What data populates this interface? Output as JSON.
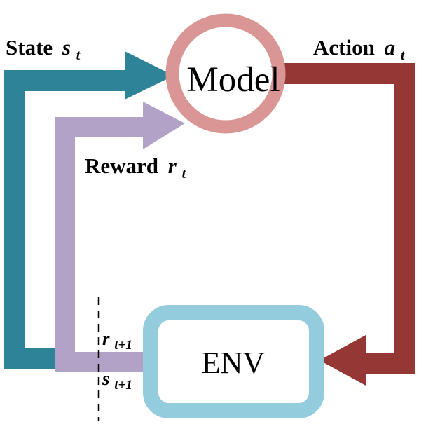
{
  "colors": {
    "state_loop": "#2f8398",
    "reward_loop": "#b3a2c7",
    "action_loop": "#953735",
    "model_ring": "#d99694",
    "env_box": "#93cddd",
    "divider": "#000000",
    "text": "#000000"
  },
  "model": {
    "label": "Model"
  },
  "env": {
    "label": "ENV"
  },
  "state": {
    "word": "State",
    "symbol": "s",
    "subscript": "t"
  },
  "action": {
    "word": "Action",
    "symbol": "a",
    "subscript": "t"
  },
  "reward": {
    "word": "Reward",
    "symbol": "r",
    "subscript": "t"
  },
  "next_reward": {
    "symbol": "r",
    "subscript": "t+1"
  },
  "next_state": {
    "symbol": "s",
    "subscript": "t+1"
  }
}
